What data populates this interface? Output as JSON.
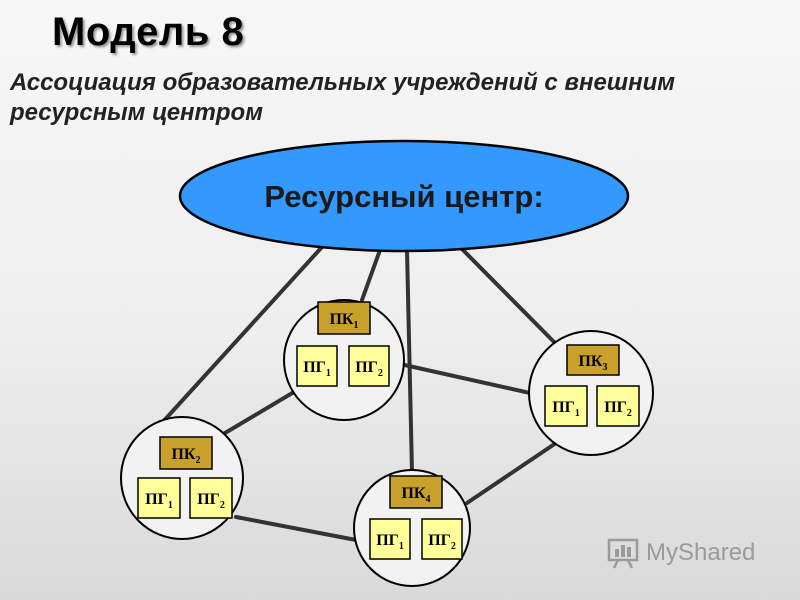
{
  "header": {
    "title": "Модель 8",
    "subtitle": "Ассоциация образовательных учреждений с внешним ресурсным центром"
  },
  "center": {
    "label": "Ресурсный центр:"
  },
  "nodes": [
    {
      "id": "pk1",
      "pk_base": "ПК",
      "pk_index": "1",
      "groups": [
        {
          "base": "ПГ",
          "index": "1"
        },
        {
          "base": "ПГ",
          "index": "2"
        }
      ]
    },
    {
      "id": "pk2",
      "pk_base": "ПК",
      "pk_index": "2",
      "groups": [
        {
          "base": "ПГ",
          "index": "1"
        },
        {
          "base": "ПГ",
          "index": "2"
        }
      ]
    },
    {
      "id": "pk3",
      "pk_base": "ПК",
      "pk_index": "3",
      "groups": [
        {
          "base": "ПГ",
          "index": "1"
        },
        {
          "base": "ПГ",
          "index": "2"
        }
      ]
    },
    {
      "id": "pk4",
      "pk_base": "ПК",
      "pk_index": "4",
      "groups": [
        {
          "base": "ПГ",
          "index": "1"
        },
        {
          "base": "ПГ",
          "index": "2"
        }
      ]
    }
  ],
  "colors": {
    "ellipse_fill": "#3399ff",
    "pk_fill": "#c9a02b",
    "pg_fill": "#ffff99",
    "circle_fill": "#f2f2f2",
    "line": "#333333"
  },
  "watermark": {
    "brand": "MyShared",
    "icon": "chart-logo-icon"
  }
}
